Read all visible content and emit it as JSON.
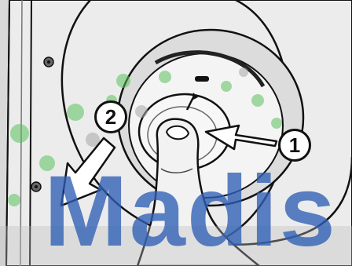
{
  "figure": {
    "step_labels": [
      "1",
      "2"
    ],
    "watermark": "Madis"
  },
  "colors": {
    "background": "#d9d9d9",
    "line": "#111111",
    "watermark_blue": "#2f5fb6",
    "watermark_green": "#5cc15f",
    "watermark_gray": "#a8a8a8"
  },
  "icons": {
    "step_1_arrow": "arrow-left-icon",
    "step_2_arrow": "arrow-down-left-icon",
    "button_symbol": "slash-icon"
  }
}
